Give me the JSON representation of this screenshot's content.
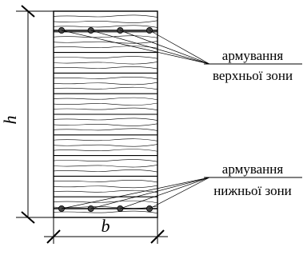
{
  "dimensions": {
    "height_label": "h",
    "width_label": "b"
  },
  "callouts": {
    "top": {
      "line1": "армування",
      "line2": "верхньої зони"
    },
    "bottom": {
      "line1": "армування",
      "line2": "нижньої зони"
    }
  },
  "structure": {
    "laminations": 10,
    "top_rebar_count": 4,
    "bottom_rebar_count": 4
  }
}
